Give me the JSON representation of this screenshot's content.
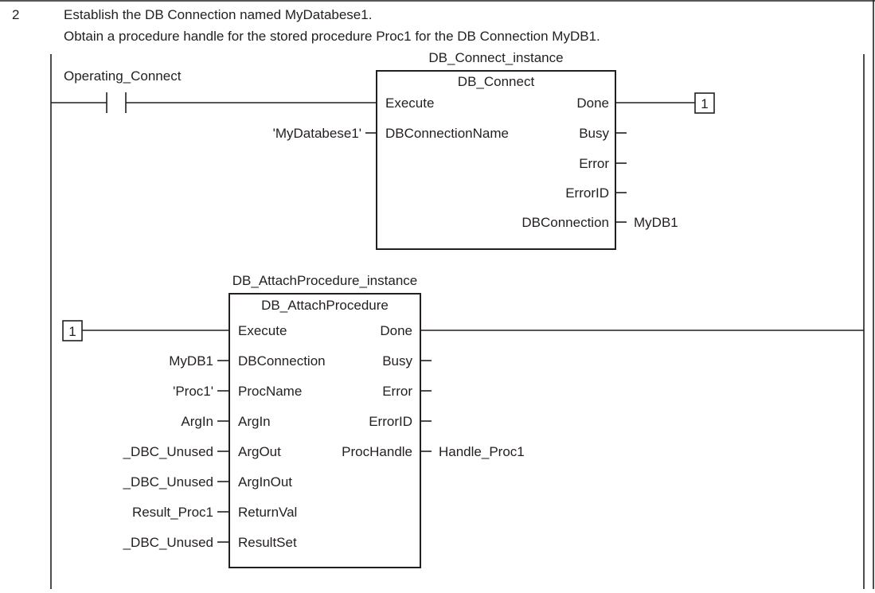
{
  "step": {
    "number": "2",
    "line1": "Establish the DB Connection named MyDatabese1.",
    "line2": "Obtain a procedure handle for the stored procedure Proc1 for the DB Connection MyDB1."
  },
  "rung1": {
    "contact_label": "Operating_Connect",
    "instance_name": "DB_Connect_instance",
    "block_type": "DB_Connect",
    "inputs": [
      {
        "var": "",
        "pin": "Execute"
      },
      {
        "var": "'MyDatabese1'",
        "pin": "DBConnectionName"
      }
    ],
    "outputs": [
      {
        "pin": "Done",
        "var": ""
      },
      {
        "pin": "Busy",
        "var": ""
      },
      {
        "pin": "Error",
        "var": ""
      },
      {
        "pin": "ErrorID",
        "var": ""
      },
      {
        "pin": "DBConnection",
        "var": "MyDB1"
      }
    ],
    "connector_out": "1"
  },
  "rung2": {
    "connector_in": "1",
    "instance_name": "DB_AttachProcedure_instance",
    "block_type": "DB_AttachProcedure",
    "inputs": [
      {
        "var": "",
        "pin": "Execute"
      },
      {
        "var": "MyDB1",
        "pin": "DBConnection"
      },
      {
        "var": "'Proc1'",
        "pin": "ProcName"
      },
      {
        "var": "ArgIn",
        "pin": "ArgIn"
      },
      {
        "var": "_DBC_Unused",
        "pin": "ArgOut"
      },
      {
        "var": "_DBC_Unused",
        "pin": "ArgInOut"
      },
      {
        "var": "Result_Proc1",
        "pin": "ReturnVal"
      },
      {
        "var": "_DBC_Unused",
        "pin": "ResultSet"
      }
    ],
    "outputs": [
      {
        "pin": "Done",
        "var": ""
      },
      {
        "pin": "Busy",
        "var": ""
      },
      {
        "pin": "Error",
        "var": ""
      },
      {
        "pin": "ErrorID",
        "var": ""
      },
      {
        "pin": "ProcHandle",
        "var": "Handle_Proc1"
      }
    ]
  }
}
